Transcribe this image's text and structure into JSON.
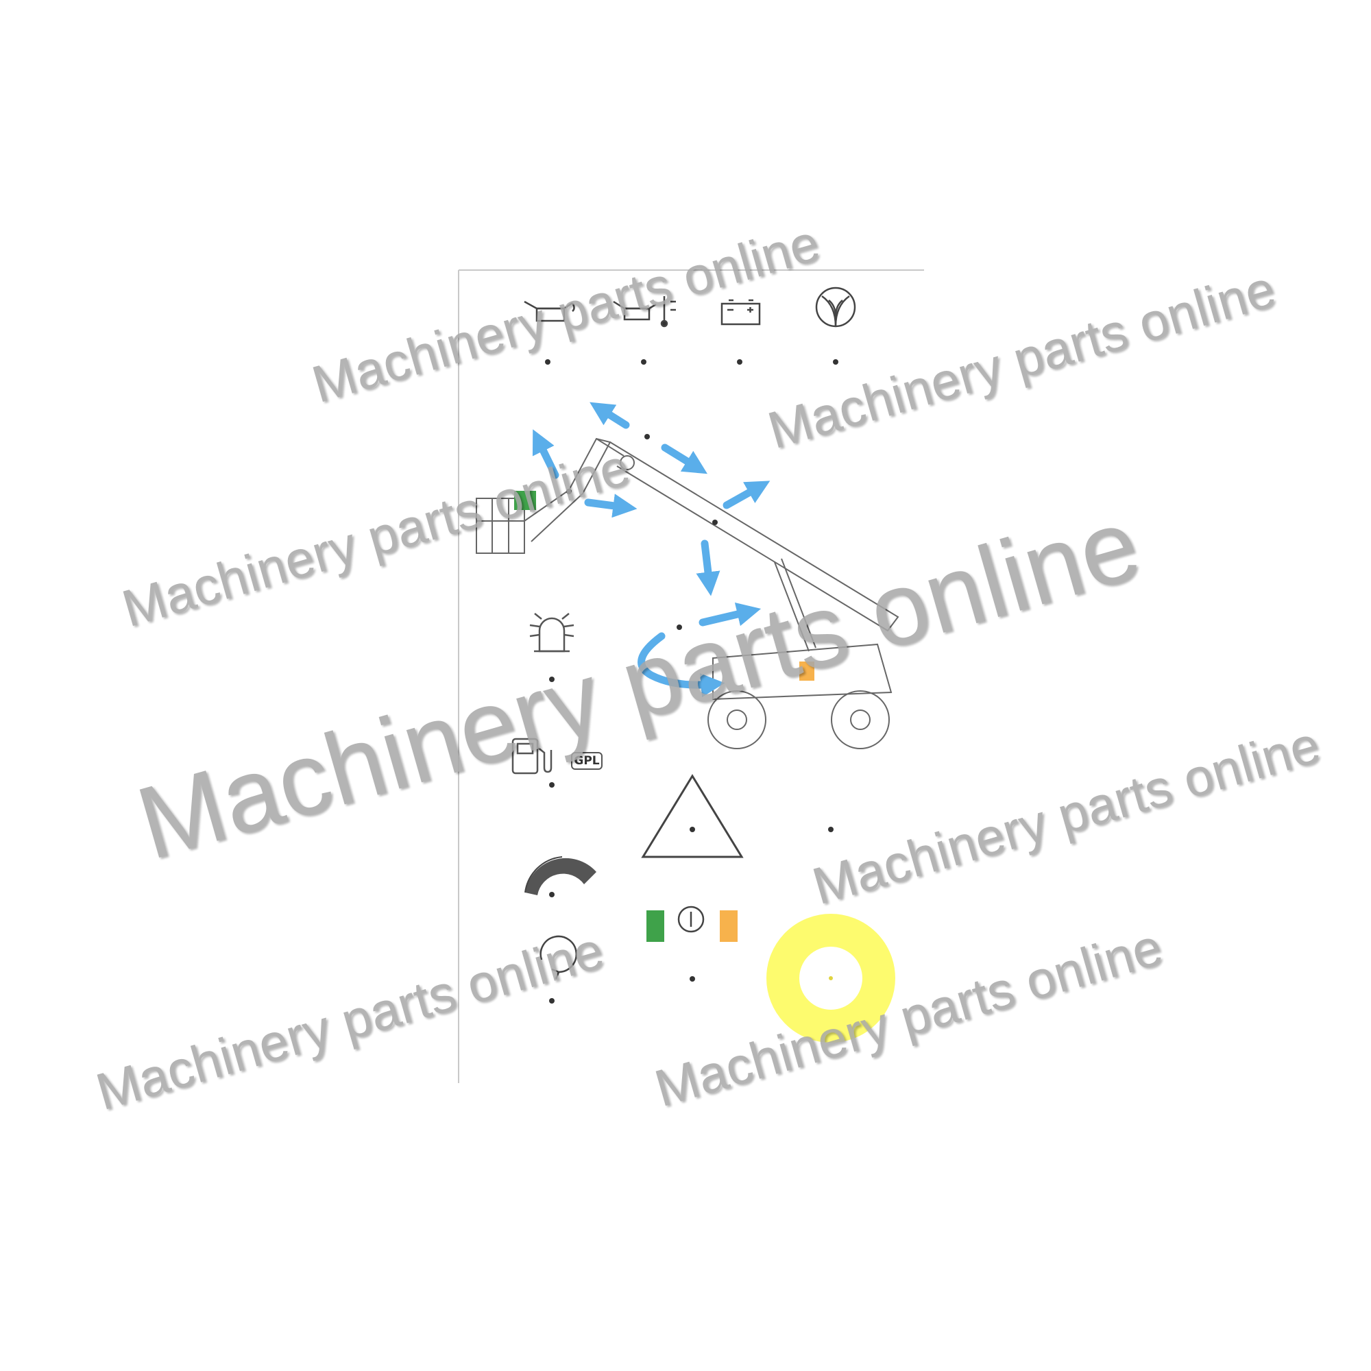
{
  "panel": {
    "gpl_label": "GPL",
    "colors": {
      "arrow": "#5aaeea",
      "green": "#3fa24a",
      "orange": "#f7b24c",
      "yellow_ring": "#fdfb6e",
      "outline": "#444444",
      "dot": "#333333"
    },
    "icons": [
      "oil-level-icon",
      "oil-temperature-icon",
      "battery-icon",
      "air-filter-icon",
      "aerial-platform-icon",
      "beacon-light-icon",
      "fuel-pump-icon",
      "warning-triangle-icon",
      "speed-gauge-icon",
      "power-symbol-icon",
      "rotation-icon",
      "emergency-stop-ring"
    ]
  },
  "watermark": {
    "text": "Machinery parts online"
  }
}
